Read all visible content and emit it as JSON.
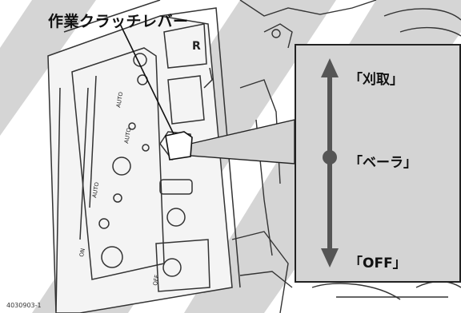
{
  "title": "作業クラッチレバー",
  "positions": {
    "top": "「刈取」",
    "middle": "「ベーラ」",
    "bottom": "「OFF」"
  },
  "figure_id": "4030903-1",
  "panel_labels": {
    "r_mark": "R",
    "auto_1": "AUTO",
    "auto_2": "AUTO",
    "auto_3": "AUTO",
    "off": "OFF",
    "on": "ON"
  },
  "colors": {
    "highlight_box": "#d4d4d4",
    "line": "#222222",
    "watermark": "#b3b3b3"
  },
  "icons": [
    "double-headed-arrow-icon",
    "lever-knob-icon",
    "watermark-shape"
  ]
}
